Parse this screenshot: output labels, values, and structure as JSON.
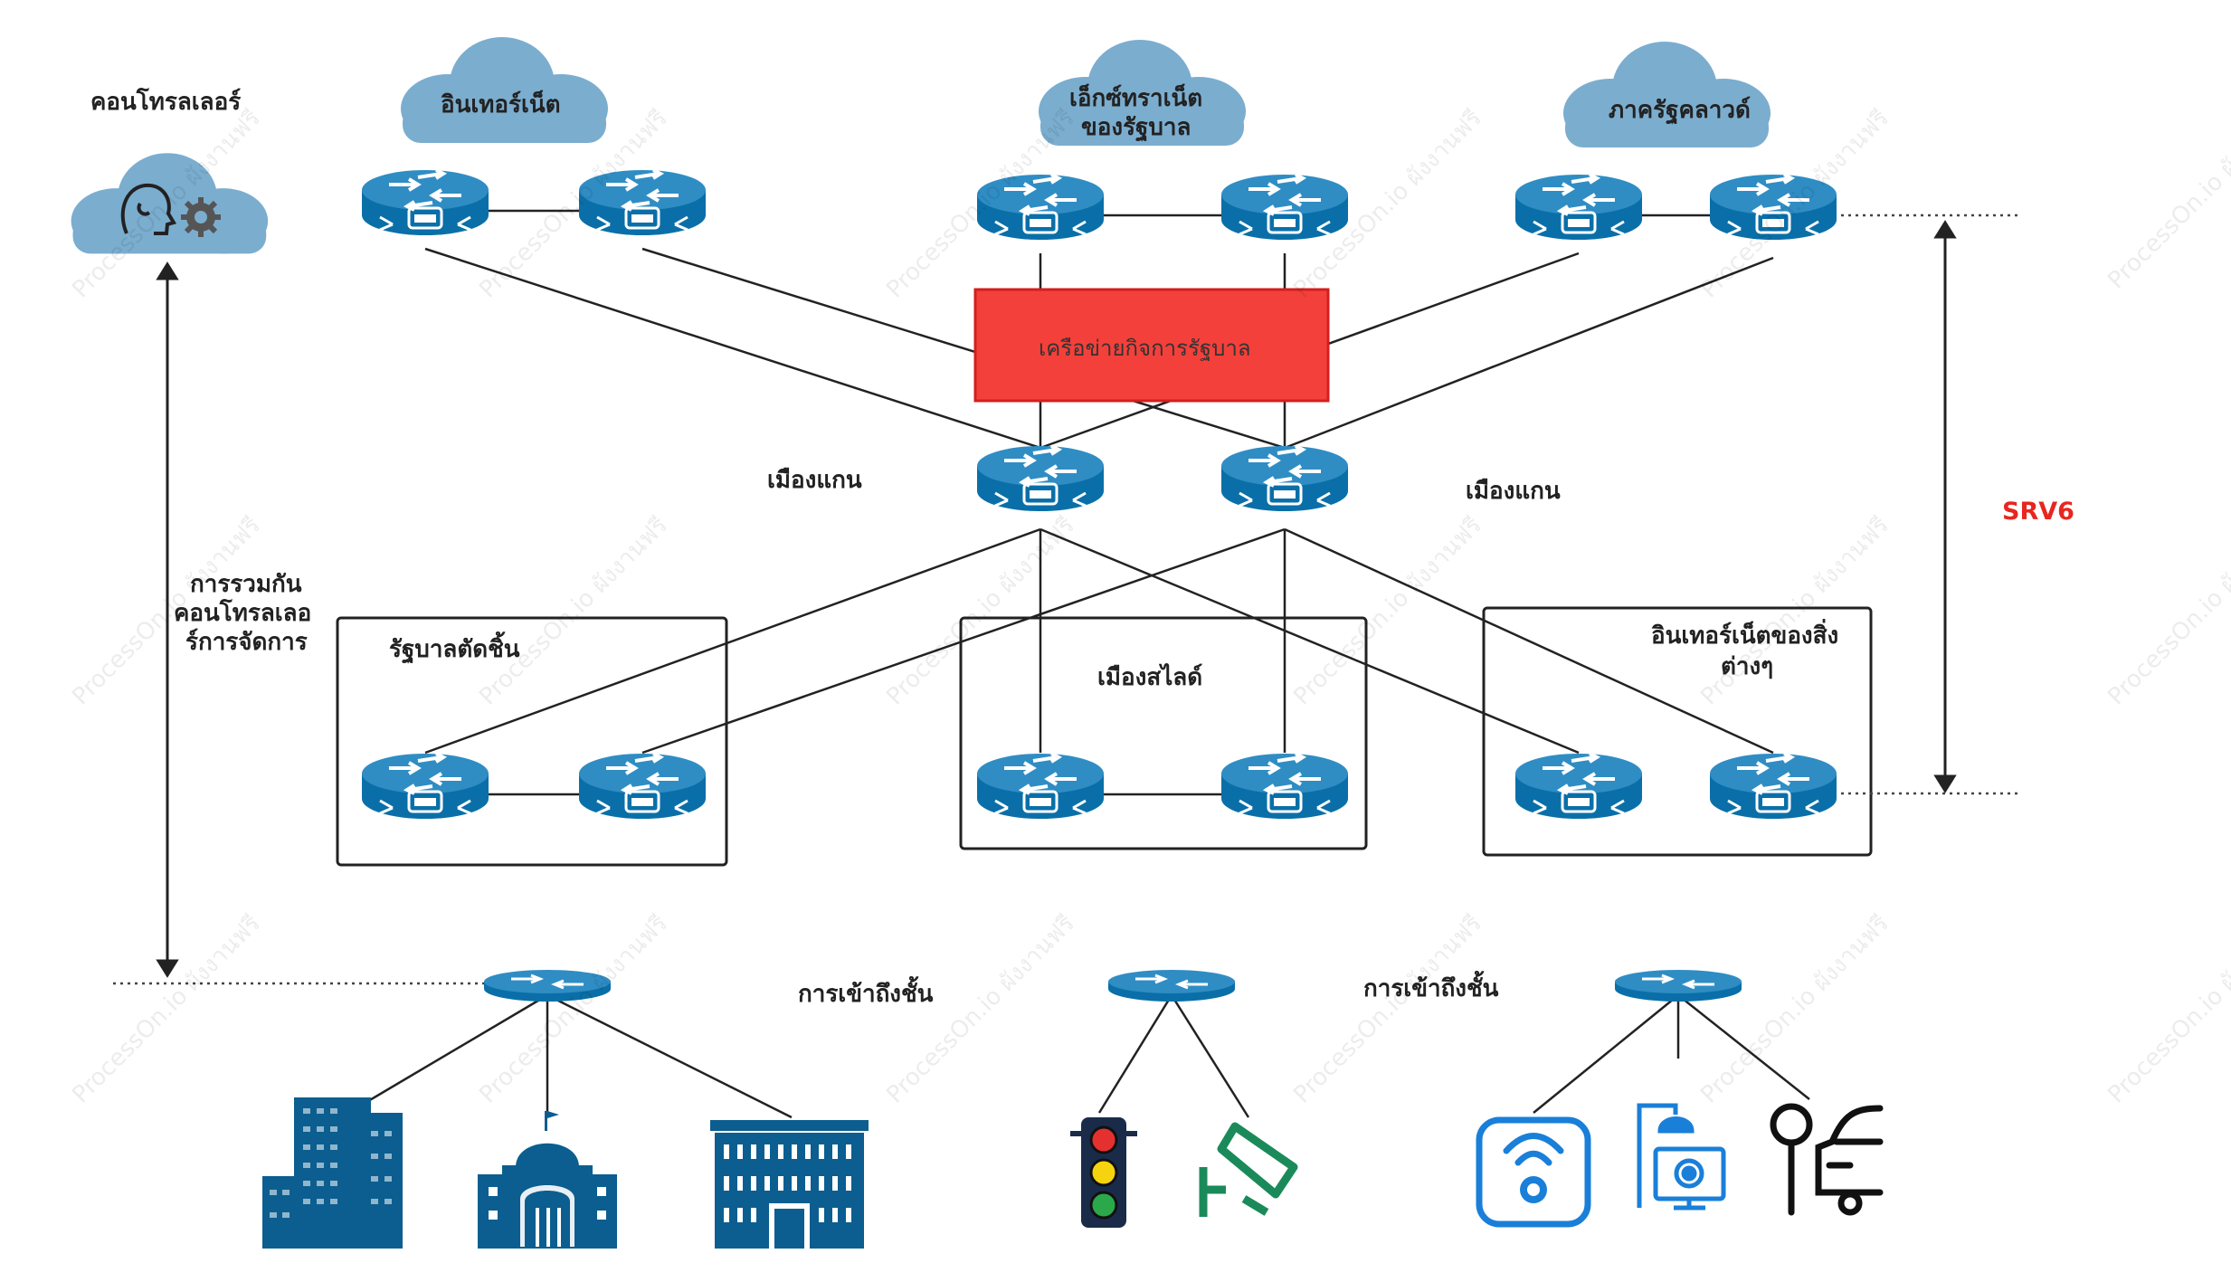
{
  "colors": {
    "cloud": "#7badcf",
    "router_body": "#0a6fa8",
    "router_top": "#2f8dc4",
    "device_blue": "#0b5e8f",
    "red_box": "#f4403a",
    "srv6_red": "#e8261f",
    "camera_green": "#1b8a5a"
  },
  "controller": {
    "label": "คอนโทรลเลอร์",
    "icons": [
      "head-icon",
      "gear-icon"
    ]
  },
  "clouds": {
    "internet": "อินเทอร์เน็ต",
    "extranet_line1": "เอ็กซ์ทราเน็ต",
    "extranet_line2": "ของรัฐบาล",
    "gov_cloud": "ภาครัฐคลาวด์"
  },
  "gov_business_network": "เครือข่ายกิจการรัฐบาล",
  "metro_left": "เมืองแกน",
  "metro_right": "เมืองแกน",
  "convergence": {
    "line1": "การรวมกัน",
    "line2": "คอนโทรลเลอ",
    "line3": "ร์การจัดการ"
  },
  "boxes": {
    "gov_slice": "รัฐบาลตัดชิ้น",
    "city_slice": "เมืองสไลด์",
    "iot_line1": "อินเทอร์เน็ตของสิ่ง",
    "iot_line2": "ต่างๆ"
  },
  "srv6": "SRV6",
  "access_left": "การเข้าถึงชั้น",
  "access_right": "การเข้าถึงชั้น",
  "watermark": "ProcessOn.io ผังงานฟรี",
  "access_devices": {
    "group1": [
      "office-buildings-icon",
      "government-building-icon",
      "large-building-icon"
    ],
    "group2": [
      "traffic-light-icon",
      "security-camera-icon"
    ],
    "group3": [
      "wireless-sensor-icon",
      "smart-streetlight-icon",
      "parking-car-icon"
    ]
  }
}
